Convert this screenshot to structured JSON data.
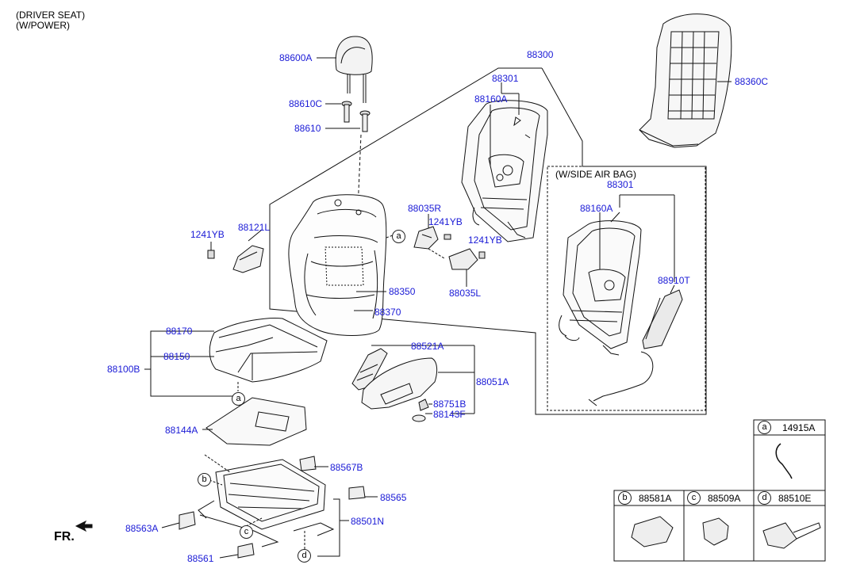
{
  "header": {
    "line1": "(DRIVER SEAT)",
    "line2": "(W/POWER)"
  },
  "fr_label": "FR.",
  "side_airbag_label": "(W/SIDE AIR BAG)",
  "part_labels": {
    "p88600A": "88600A",
    "p88610C": "88610C",
    "p88610": "88610",
    "p88300": "88300",
    "p88301_top": "88301",
    "p88160A_top": "88160A",
    "p88360C": "88360C",
    "p1241YB_left": "1241YB",
    "p88121L": "88121L",
    "p88035R": "88035R",
    "p1241YB_mid": "1241YB",
    "p1241YB_right": "1241YB",
    "p88035L": "88035L",
    "p88350": "88350",
    "p88370": "88370",
    "p88301_box": "88301",
    "p88160A_box": "88160A",
    "p88910T": "88910T",
    "p88170": "88170",
    "p88150": "88150",
    "p88100B": "88100B",
    "p88521A": "88521A",
    "p88051A": "88051A",
    "p88751B": "88751B",
    "p88143F": "88143F",
    "p88144A": "88144A",
    "p88567B": "88567B",
    "p88565": "88565",
    "p88563A": "88563A",
    "p88501N": "88501N",
    "p88561": "88561"
  },
  "callouts": {
    "a": "a",
    "b": "b",
    "c": "c",
    "d": "d"
  },
  "legend": {
    "a": {
      "letter": "a",
      "part": "14915A"
    },
    "b": {
      "letter": "b",
      "part": "88581A"
    },
    "c": {
      "letter": "c",
      "part": "88509A"
    },
    "d": {
      "letter": "d",
      "part": "88510E"
    }
  }
}
